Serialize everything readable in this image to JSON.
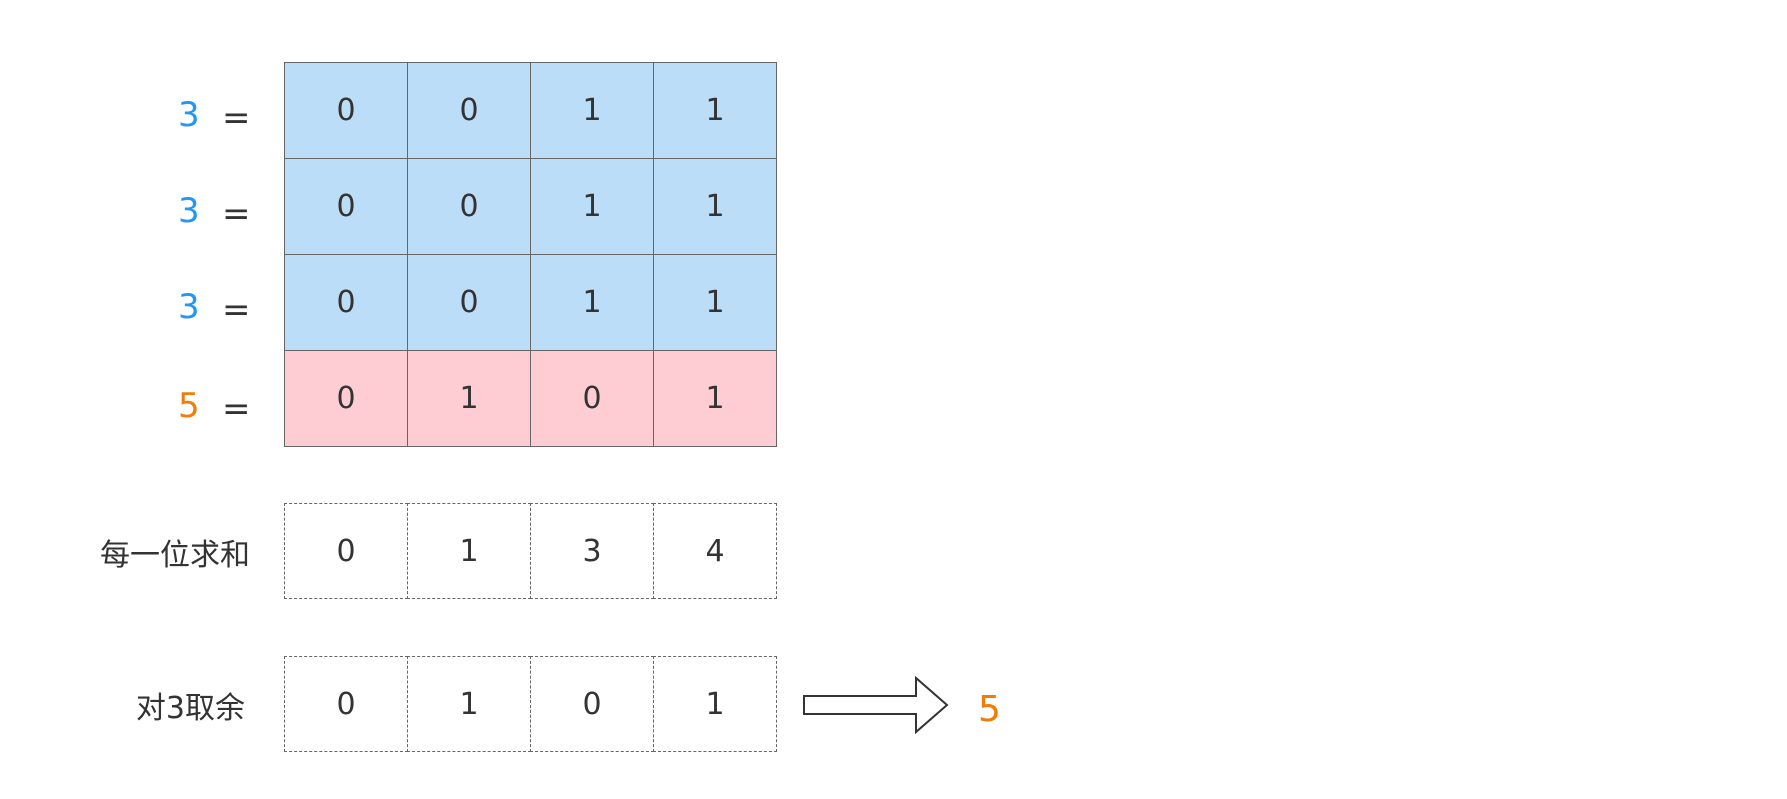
{
  "colors": {
    "blue_fill": "#BCDDF7",
    "pink_fill": "#FECDD3",
    "blue_text": "#2196F3",
    "orange_text": "#F07D0A",
    "border": "#666666"
  },
  "rows": [
    {
      "number": "3",
      "eq": "=",
      "bits": [
        "0",
        "0",
        "1",
        "1"
      ],
      "color": "blue"
    },
    {
      "number": "3",
      "eq": "=",
      "bits": [
        "0",
        "0",
        "1",
        "1"
      ],
      "color": "blue"
    },
    {
      "number": "3",
      "eq": "=",
      "bits": [
        "0",
        "0",
        "1",
        "1"
      ],
      "color": "blue"
    },
    {
      "number": "5",
      "eq": "=",
      "bits": [
        "0",
        "1",
        "0",
        "1"
      ],
      "color": "pink"
    }
  ],
  "sum_row": {
    "label": "每一位求和",
    "values": [
      "0",
      "1",
      "3",
      "4"
    ]
  },
  "mod_row": {
    "label": "对3取余",
    "values": [
      "0",
      "1",
      "0",
      "1"
    ]
  },
  "result": "5",
  "icons": {
    "arrow": "right-arrow-icon"
  }
}
